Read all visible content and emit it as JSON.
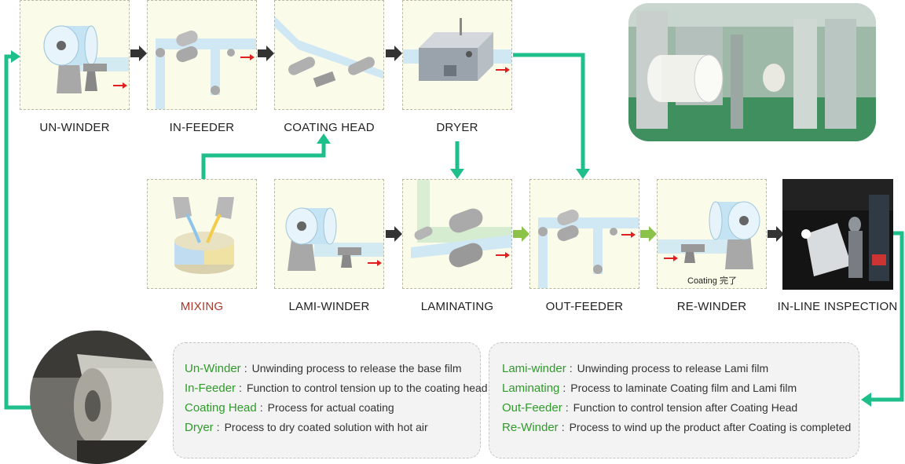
{
  "stages": {
    "unwinder": "UN-WINDER",
    "infeeder": "IN-FEEDER",
    "coating_head": "COATING HEAD",
    "dryer": "DRYER",
    "mixing": "MIXING",
    "lami_winder": "LAMI-WINDER",
    "laminating": "LAMINATING",
    "out_feeder": "OUT-FEEDER",
    "re_winder": "RE-WINDER",
    "inline_inspection": "IN-LINE INSPECTION"
  },
  "rewinder_caption": "Coating 完了",
  "descriptions_left": [
    {
      "term": "Un-Winder",
      "sep": ":",
      "text": "Unwinding process to release the base film"
    },
    {
      "term": "In-Feeder",
      "sep": ":",
      "text": "Function to control tension up to the coating head"
    },
    {
      "term": "Coating Head",
      "sep": ":",
      "text": "Process for actual coating"
    },
    {
      "term": "Dryer",
      "sep": ":",
      "text": "Process to dry coated solution with hot air"
    }
  ],
  "descriptions_right": [
    {
      "term": "Lami-winder",
      "sep": ":",
      "text": "Unwinding process to release Lami film"
    },
    {
      "term": "Laminating",
      "sep": ":",
      "text": "Process to laminate Coating film and Lami film"
    },
    {
      "term": "Out-Feeder",
      "sep": ":",
      "text": "Function to control tension after Coating Head"
    },
    {
      "term": "Re-Winder",
      "sep": ":",
      "text": "Process to wind up the product after Coating is completed"
    }
  ],
  "colors": {
    "flow_line": "#1fbf8c",
    "arrow_dark": "#333333",
    "arrow_green": "#8ac24a",
    "term_green": "#2f9a2a",
    "mixing_red": "#a83a2e",
    "box_bg": "#fbfbea"
  },
  "icons": {
    "photo_factory": "factory-photo",
    "photo_roll": "roll-photo",
    "photo_inspection": "inspection-photo"
  }
}
